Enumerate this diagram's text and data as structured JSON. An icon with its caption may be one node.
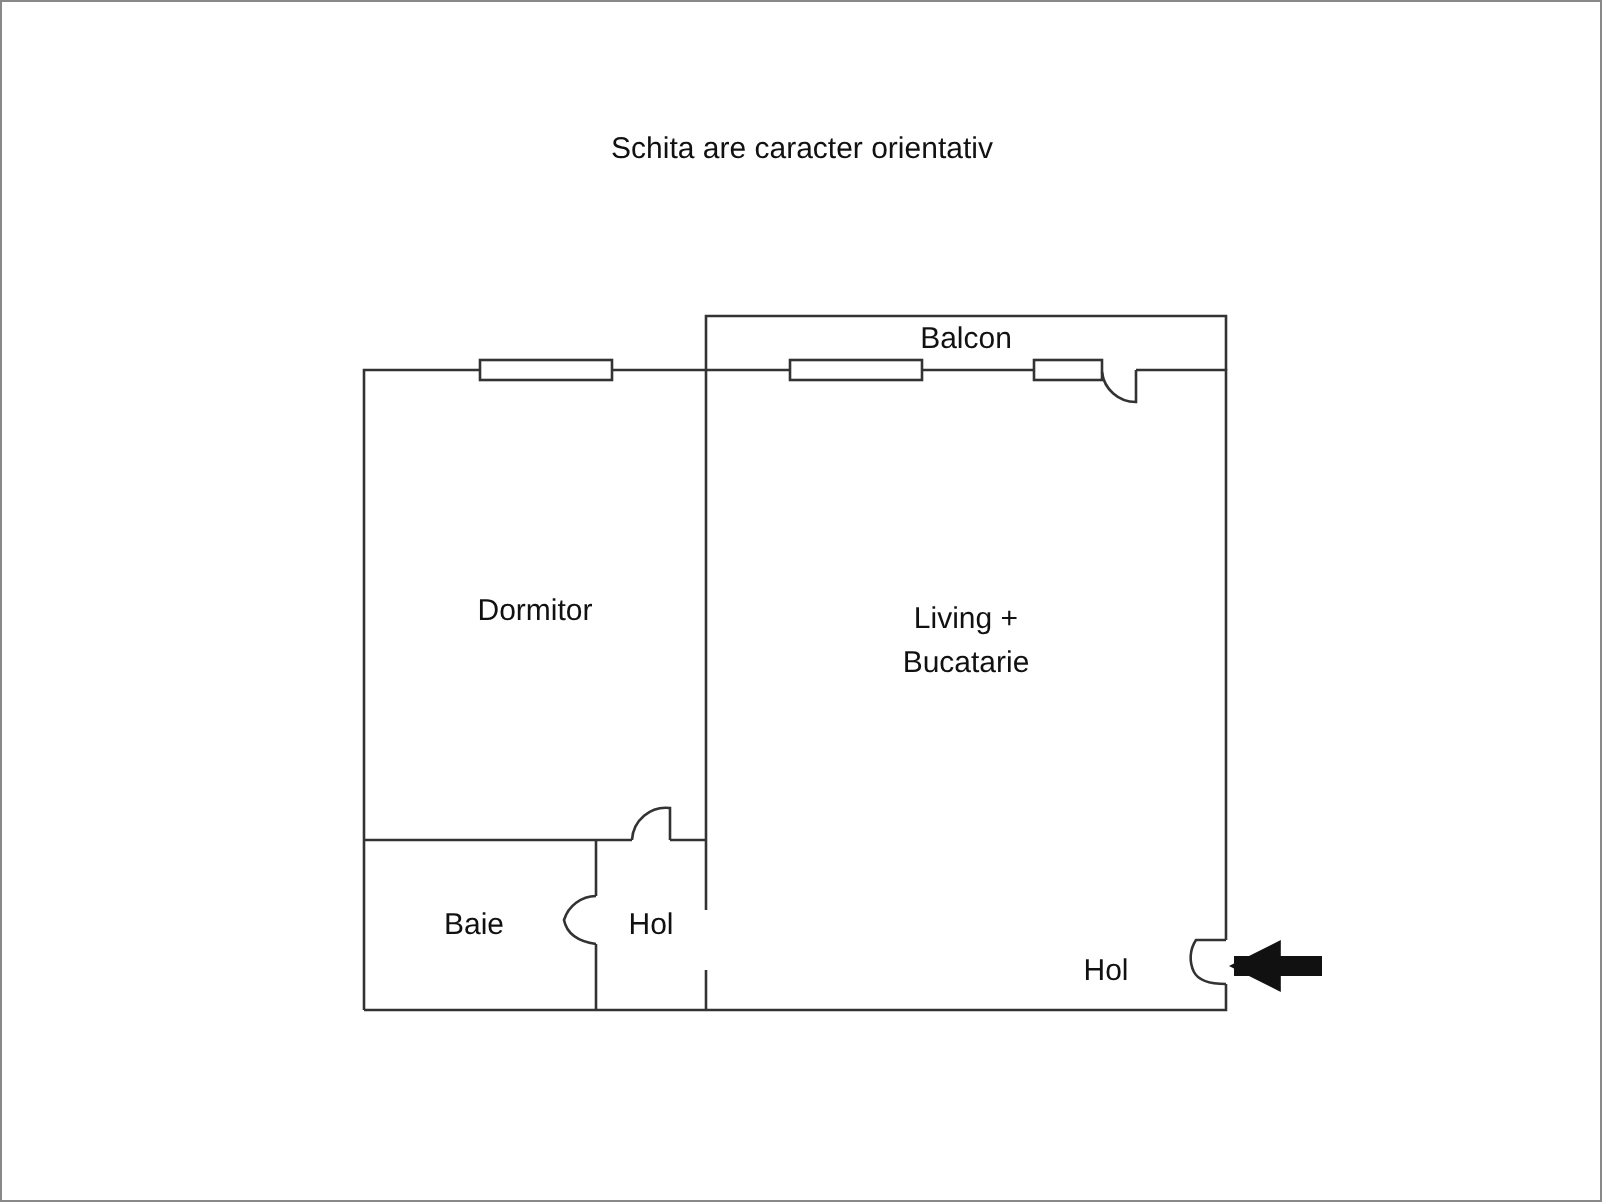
{
  "diagram": {
    "title": "Schita are caracter orientativ",
    "nodes": [
      {
        "text": [
          "Balcon"
        ]
      },
      {
        "text": [
          "Dormitor"
        ]
      },
      {
        "text": [
          "Living + Bucatarie",
          "Hol"
        ]
      },
      {
        "text": [
          "Baie"
        ]
      },
      {
        "text": [
          "Hol"
        ]
      }
    ],
    "edges": [
      {
        "from": null,
        "to": 2,
        "arrow": "to"
      }
    ]
  }
}
